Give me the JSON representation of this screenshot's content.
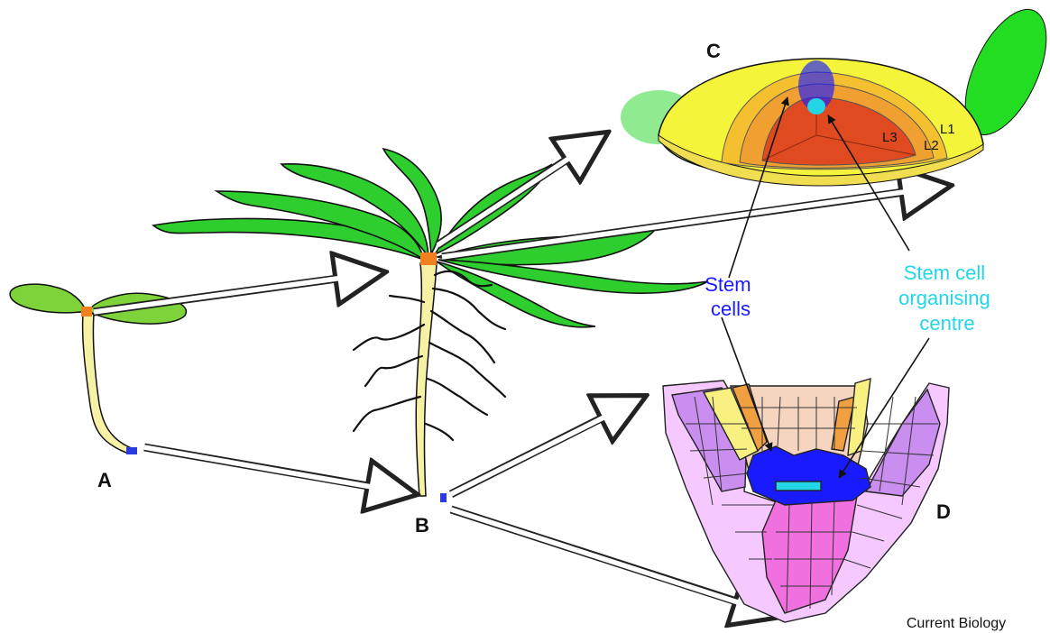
{
  "panels": {
    "a": "A",
    "b": "B",
    "c": "C",
    "d": "D"
  },
  "meristem_layers": {
    "l1": "L1",
    "l2": "L2",
    "l3": "L3"
  },
  "labels": {
    "stem_cells": [
      "Stem",
      "cells"
    ],
    "organising_centre": [
      "Stem cell",
      "organising",
      "centre"
    ]
  },
  "credit": "Current Biology",
  "colors": {
    "stem_cells": "#1a1aff",
    "organising_centre": "#22d6e6",
    "leaf": "#2fce2f",
    "stem": "#f7f1a6",
    "meristem_outer": "#f4f43a",
    "meristem_mid": "#f0a030",
    "meristem_inner": "#e04a20",
    "apex_marker": "#f08020",
    "root_marker": "#2a3ae0"
  }
}
